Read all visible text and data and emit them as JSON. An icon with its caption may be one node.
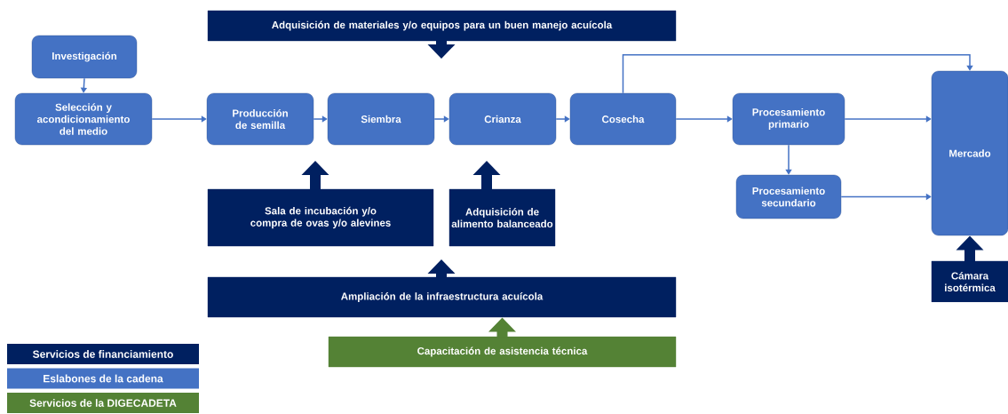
{
  "diagram": {
    "nodes": [
      {
        "text": [
          "Adquisición de materiales y/o equipos para un buen manejo acuícola"
        ]
      },
      {
        "text": [
          "Investigación"
        ]
      },
      {
        "text": [
          "Selección y acondicionamiento del medio"
        ]
      },
      {
        "text": [
          "Producción de semilla"
        ]
      },
      {
        "text": [
          "Siembra"
        ]
      },
      {
        "text": [
          "Crianza"
        ]
      },
      {
        "text": [
          "Cosecha"
        ]
      },
      {
        "text": [
          "Procesamiento primario"
        ]
      },
      {
        "text": [
          "Procesamiento secundario"
        ]
      },
      {
        "text": [
          "Mercado"
        ]
      },
      {
        "text": [
          "Sala de incubación y/o compra de ovas y/o alevines"
        ]
      },
      {
        "text": [
          "Adquisición de alimento balanceado"
        ]
      },
      {
        "text": [
          "Ampliación de la infraestructura acuícola"
        ]
      },
      {
        "text": [
          "Capacitación de asistencia técnica"
        ]
      },
      {
        "text": [
          "Cámara isotérmica"
        ]
      }
    ],
    "edges": [
      {
        "from": 1,
        "to": 2,
        "arrow": "to"
      },
      {
        "from": 2,
        "to": 3,
        "arrow": "to"
      },
      {
        "from": 3,
        "to": 4,
        "arrow": "to"
      },
      {
        "from": 4,
        "to": 5,
        "arrow": "to"
      },
      {
        "from": 5,
        "to": 6,
        "arrow": "to"
      },
      {
        "from": 6,
        "to": 7,
        "arrow": "to"
      },
      {
        "from": 6,
        "to": 9,
        "arrow": "to"
      },
      {
        "from": 7,
        "to": 9,
        "arrow": "to"
      },
      {
        "from": 7,
        "to": 8,
        "arrow": "to"
      },
      {
        "from": 8,
        "to": 9,
        "arrow": "to"
      },
      {
        "from": 0,
        "to": null,
        "arrow": "to",
        "style": "thick",
        "color": "#002060"
      },
      {
        "from": 10,
        "to": null,
        "arrow": "to",
        "style": "thick",
        "color": "#002060"
      },
      {
        "from": 11,
        "to": null,
        "arrow": "to",
        "style": "thick",
        "color": "#002060"
      },
      {
        "from": 12,
        "to": null,
        "arrow": "to",
        "style": "thick",
        "color": "#002060"
      },
      {
        "from": 13,
        "to": 12,
        "arrow": "to",
        "style": "thick",
        "color": "#548235"
      },
      {
        "from": 14,
        "to": 9,
        "arrow": "to",
        "style": "thick",
        "color": "#002060"
      }
    ],
    "legend": [
      {
        "text": "Servicios de financiamiento",
        "color": "#002060"
      },
      {
        "text": "Eslabones de la cadena",
        "color": "#4472c4"
      },
      {
        "text": "Servicios de la DIGECADETA",
        "color": "#548235"
      }
    ]
  }
}
